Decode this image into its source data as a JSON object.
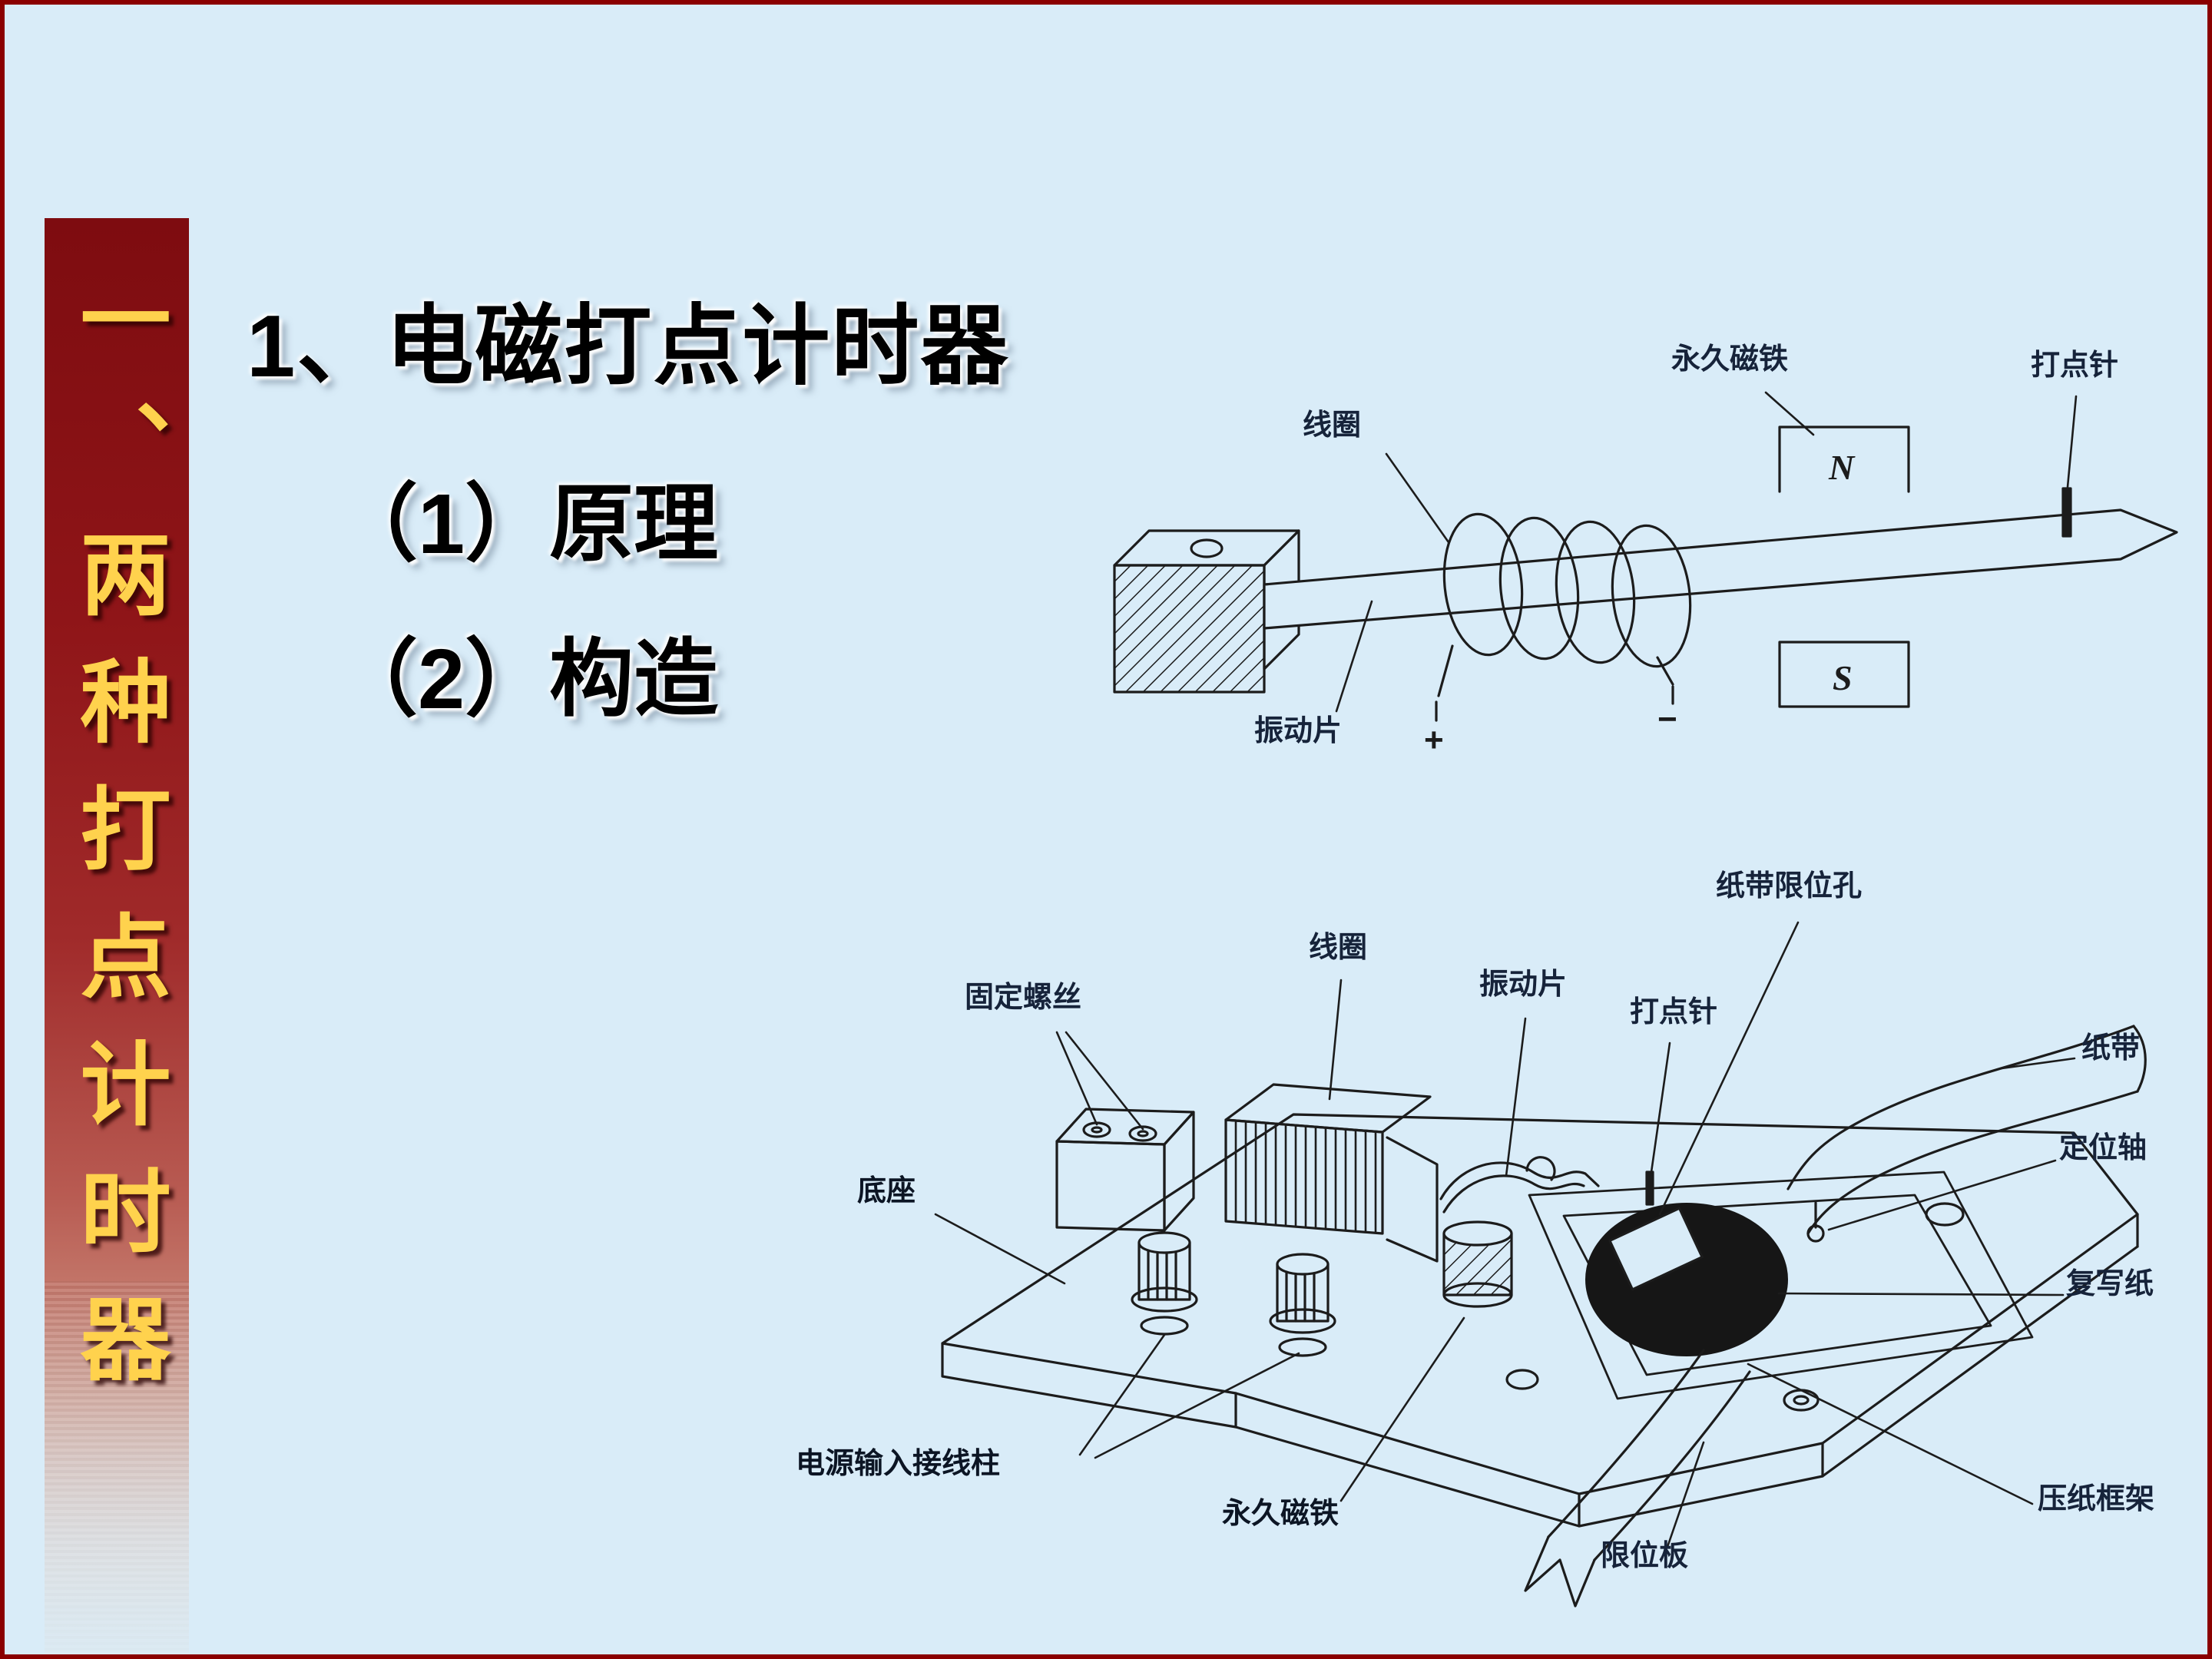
{
  "slide": {
    "sidebar_title": "一、两种打点计时器",
    "title": "1、电磁打点计时器",
    "items": {
      "principle": "（1）原理",
      "structure": "（2）构造"
    }
  },
  "diagram_top": {
    "labels": {
      "coil": "线圈",
      "permanent_magnet": "永久磁铁",
      "dot_needle": "打点针",
      "vibrating_strip": "振动片",
      "pole_n": "N",
      "pole_s": "S",
      "terminal_plus": "+",
      "terminal_minus": "−"
    }
  },
  "diagram_bottom": {
    "labels": {
      "tape_limit_hole": "纸带限位孔",
      "coil": "线圈",
      "vibrating_strip": "振动片",
      "dot_needle": "打点针",
      "fixing_screws": "固定螺丝",
      "base": "底座",
      "paper_tape": "纸带",
      "positioning_axle": "定位轴",
      "carbon_paper": "复写纸",
      "power_input_terminals": "电源输入接线柱",
      "permanent_magnet": "永久磁铁",
      "paper_pressing_frame": "压纸框架",
      "limit_plate": "限位板"
    }
  },
  "colors": {
    "slide_background": "#d9ecf8",
    "frame_border": "#8a0000",
    "sidebar_top": "#7e0c10",
    "sidebar_text": "#ffd24d",
    "ink": "#1c1c1c"
  }
}
